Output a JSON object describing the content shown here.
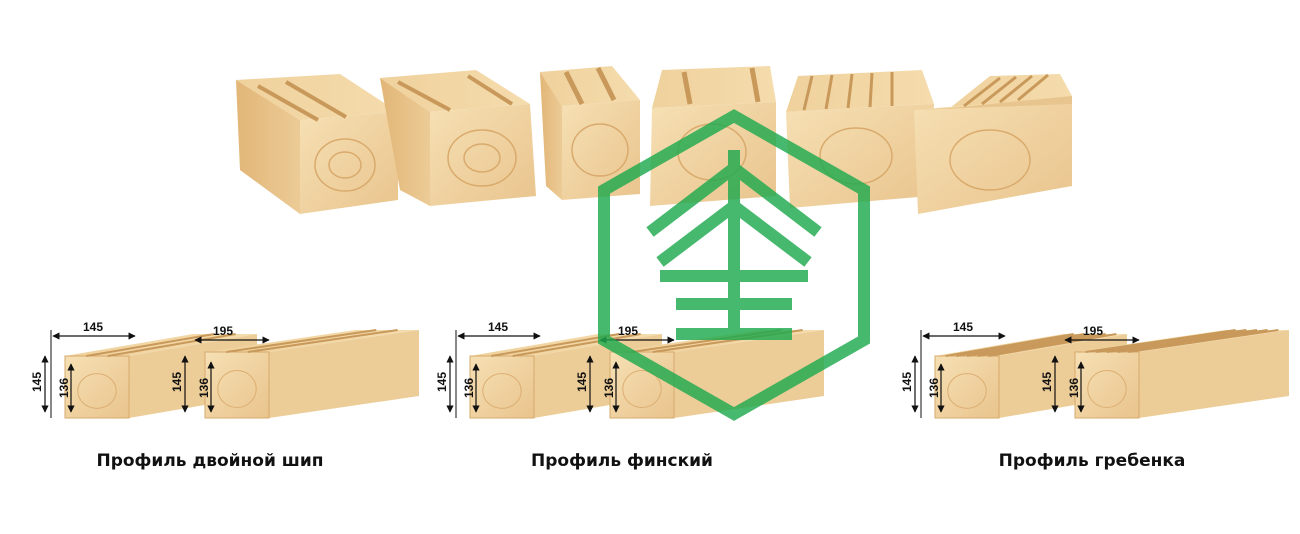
{
  "colors": {
    "wood_light": "#f2d6a2",
    "wood_mid": "#e7be83",
    "wood_dark": "#c99a5e",
    "watermark": "#1faa4f"
  },
  "icons": {
    "watermark": "house-hexagon-logo-icon"
  },
  "profiles": [
    {
      "caption": "Профиль двойной шип",
      "small": {
        "width": "145",
        "height": "145",
        "inner": "136"
      },
      "large": {
        "width": "195",
        "height": "145",
        "inner": "136"
      }
    },
    {
      "caption": "Профиль финский",
      "small": {
        "width": "145",
        "height": "145",
        "inner": "136"
      },
      "large": {
        "width": "195",
        "height": "145",
        "inner": "136"
      }
    },
    {
      "caption": "Профиль гребенка",
      "small": {
        "width": "145",
        "height": "145",
        "inner": "136"
      },
      "large": {
        "width": "195",
        "height": "145",
        "inner": "136"
      }
    }
  ]
}
